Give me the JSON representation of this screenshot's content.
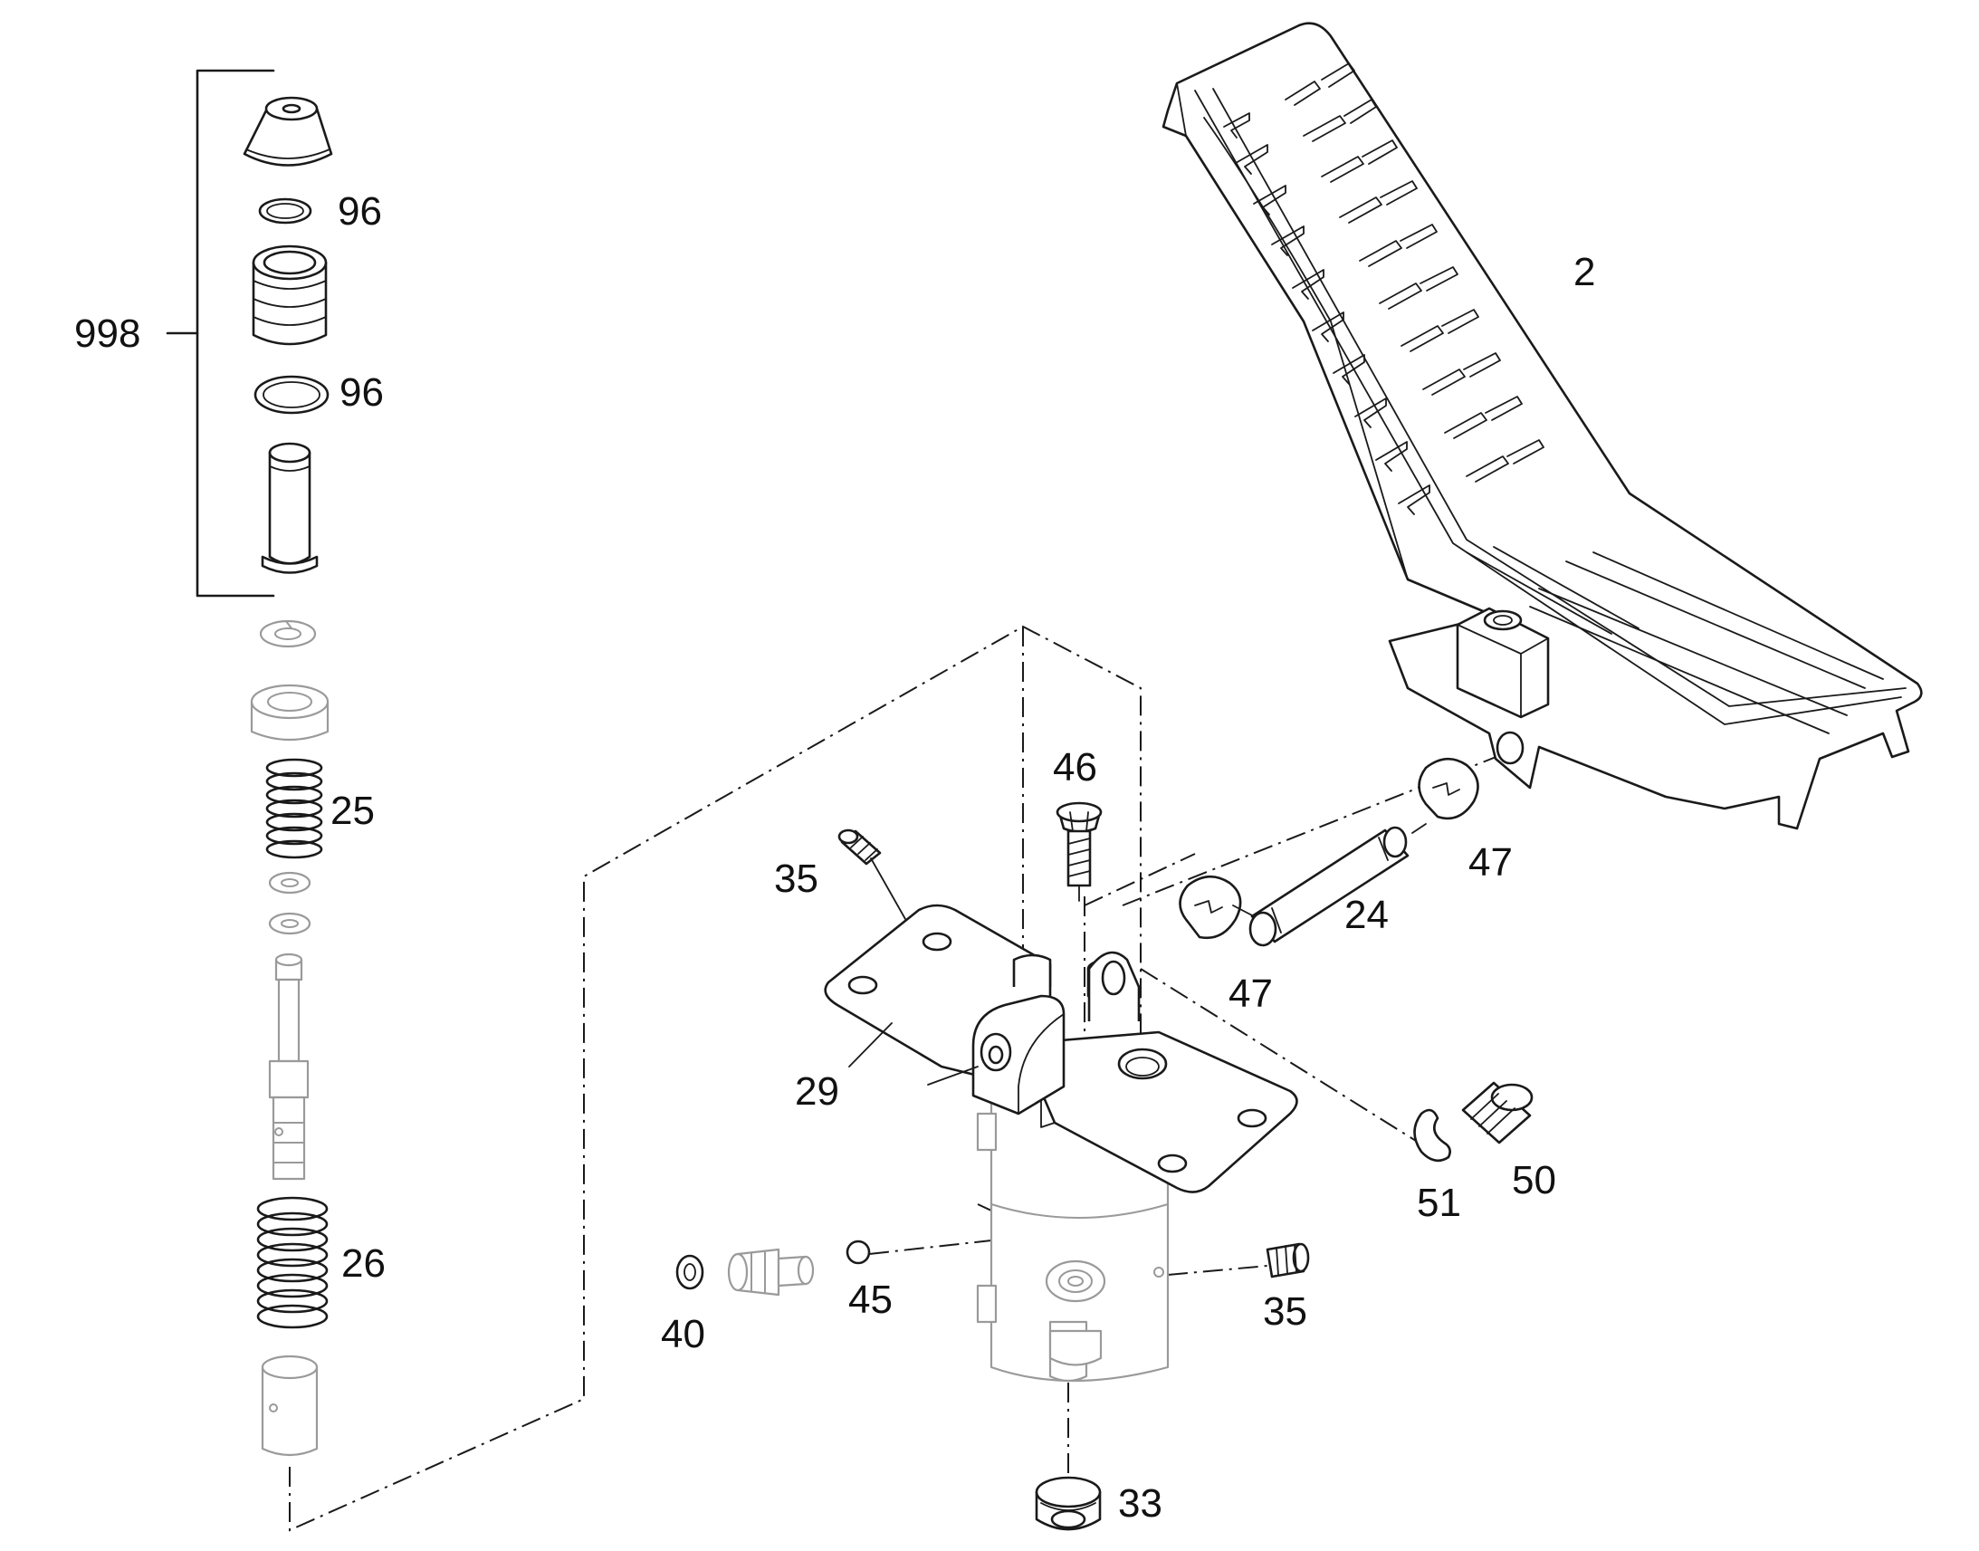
{
  "diagram": {
    "labels": {
      "l998": "998",
      "l96a": "96",
      "l96b": "96",
      "l2": "2",
      "l25": "25",
      "l46": "46",
      "l35a": "35",
      "l47a": "47",
      "l24": "24",
      "l47b": "47",
      "l29": "29",
      "l26": "26",
      "l51": "51",
      "l50": "50",
      "l45": "45",
      "l40": "40",
      "l35b": "35",
      "l33": "33"
    },
    "colors": {
      "line": "#1a1a1a",
      "ghost": "#9a9a9a",
      "background": "#ffffff"
    }
  }
}
